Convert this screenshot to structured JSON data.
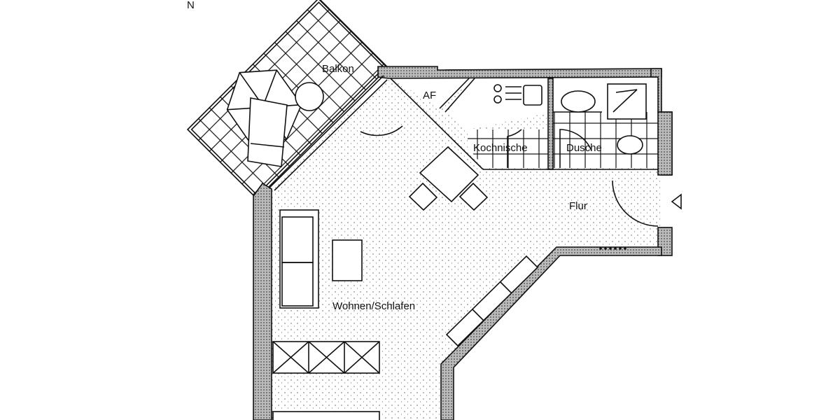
{
  "compass": {
    "label": "N"
  },
  "rooms": {
    "balcony": "Balkon",
    "storage": "AF",
    "kitchen": "Kochnische",
    "shower": "Dusche",
    "hall": "Flur",
    "living": "Wohnen/Schlafen"
  },
  "colors": {
    "line": "#111111",
    "wall_fill": "#9a9a9a",
    "floor_dots": "#555555"
  }
}
